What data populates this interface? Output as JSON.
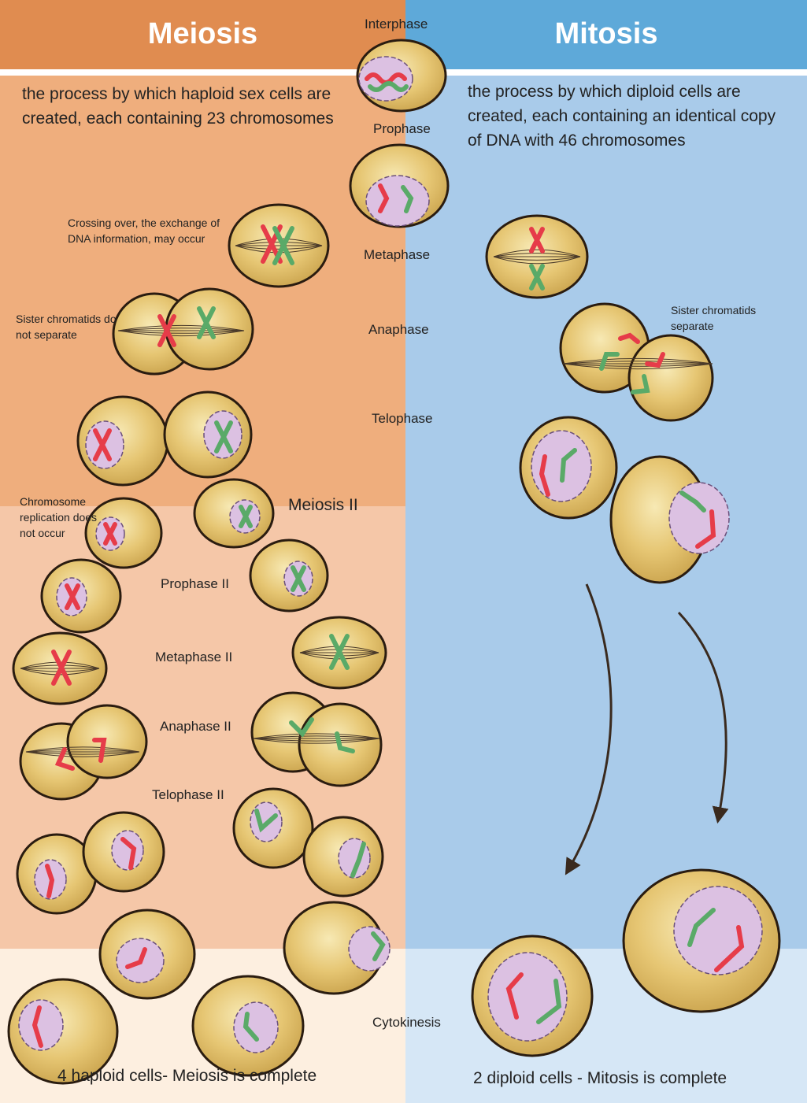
{
  "meiosis": {
    "title": "Meiosis",
    "description": "the process by which haploid sex cells are created, each containing 23 chromosomes",
    "notes": {
      "crossing_over": "Crossing over, the exchange of DNA information, may occur",
      "sister_chromatids": "Sister chromatids do not separate",
      "replication": "Chromosome replication does not occur"
    },
    "section_ii": "Meiosis II",
    "phases_ii": [
      "Prophase II",
      "Metaphase II",
      "Anaphase II",
      "Telophase II"
    ],
    "result": "4 haploid cells- Meiosis is complete"
  },
  "mitosis": {
    "title": "Mitosis",
    "description": "the process by which diploid cells are created, each containing an identical copy of DNA with 46 chromosomes",
    "notes": {
      "sister_chromatids": "Sister chromatids separate"
    },
    "result": "2 diploid cells - Mitosis is complete"
  },
  "shared_phases": [
    "Interphase",
    "Prophase",
    "Metaphase",
    "Anaphase",
    "Telophase",
    "Cytokinesis"
  ],
  "colors": {
    "meiosis_header": "#e08c50",
    "meiosis_bg": "#efae7d",
    "meiosis_ii_bg": "#f5c7a8",
    "meiosis_foot_bg": "#fdefe0",
    "mitosis_header": "#5ea9d9",
    "mitosis_bg": "#a9cbea",
    "mitosis_foot_bg": "#d6e7f6",
    "cell_fill": "#e3c26f",
    "nucleus_fill": "#dcc1e2",
    "chromosome_a": "#e63c49",
    "chromosome_b": "#5aaa68"
  }
}
